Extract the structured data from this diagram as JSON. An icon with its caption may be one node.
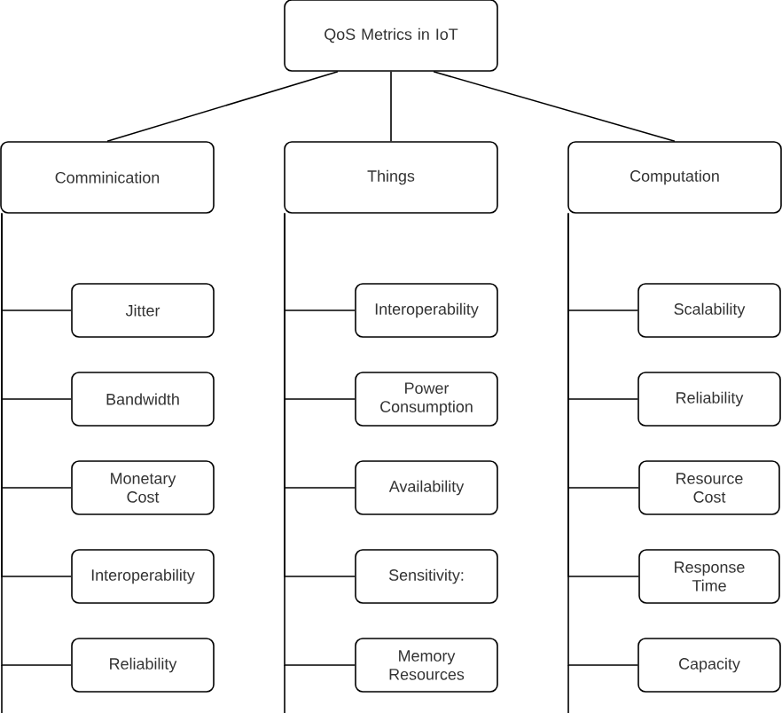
{
  "diagram": {
    "nodes": [
      {
        "text": [
          "QoS Metrics in IoT"
        ]
      },
      {
        "text": [
          "Comminication"
        ]
      },
      {
        "text": [
          "Things"
        ]
      },
      {
        "text": [
          "Computation"
        ]
      },
      {
        "text": [
          "Jitter"
        ]
      },
      {
        "text": [
          "Bandwidth"
        ]
      },
      {
        "text": [
          "Monetary Cost"
        ]
      },
      {
        "text": [
          "Interoperability"
        ]
      },
      {
        "text": [
          "Reliability"
        ]
      },
      {
        "text": [
          "Interoperability"
        ]
      },
      {
        "text": [
          "Power Consumption"
        ]
      },
      {
        "text": [
          "Availability"
        ]
      },
      {
        "text": [
          "Sensitivity:"
        ]
      },
      {
        "text": [
          "Memory Resources"
        ]
      },
      {
        "text": [
          "Scalability"
        ]
      },
      {
        "text": [
          "Reliability"
        ]
      },
      {
        "text": [
          "Resource Cost"
        ]
      },
      {
        "text": [
          "Response Time"
        ]
      },
      {
        "text": [
          "Capacity"
        ]
      }
    ],
    "edges": [
      {
        "from": 0,
        "to": 1,
        "arrow": "none"
      },
      {
        "from": 0,
        "to": 2,
        "arrow": "none"
      },
      {
        "from": 0,
        "to": 3,
        "arrow": "none"
      },
      {
        "from": 1,
        "to": 4,
        "arrow": "none"
      },
      {
        "from": 1,
        "to": 5,
        "arrow": "none"
      },
      {
        "from": 1,
        "to": 6,
        "arrow": "none"
      },
      {
        "from": 1,
        "to": 7,
        "arrow": "none"
      },
      {
        "from": 1,
        "to": 8,
        "arrow": "none"
      },
      {
        "from": 2,
        "to": 9,
        "arrow": "none"
      },
      {
        "from": 2,
        "to": 10,
        "arrow": "none"
      },
      {
        "from": 2,
        "to": 11,
        "arrow": "none"
      },
      {
        "from": 2,
        "to": 12,
        "arrow": "none"
      },
      {
        "from": 2,
        "to": 13,
        "arrow": "none"
      },
      {
        "from": 3,
        "to": 14,
        "arrow": "none"
      },
      {
        "from": 3,
        "to": 15,
        "arrow": "none"
      },
      {
        "from": 3,
        "to": 16,
        "arrow": "none"
      },
      {
        "from": 3,
        "to": 17,
        "arrow": "none"
      },
      {
        "from": 3,
        "to": 18,
        "arrow": "none"
      }
    ]
  }
}
